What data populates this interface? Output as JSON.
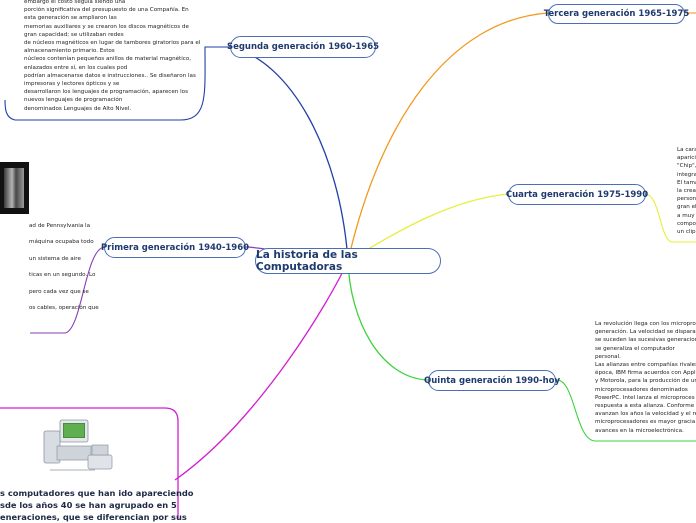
{
  "central": {
    "label": "La historia de las Computadoras"
  },
  "branches": {
    "segunda": {
      "label": "Segunda generación 1960-1965",
      "color": "#1f3faa"
    },
    "tercera": {
      "label": "Tercera generación 1965-1975",
      "color": "#f29a1e"
    },
    "cuarta": {
      "label": "Cuarta generación 1975-1990",
      "color": "#e8ee3a"
    },
    "primera": {
      "label": "Primera generación 1940-1960",
      "color": "#8a3fb5"
    },
    "quinta": {
      "label": "Quinta generación 1990-hoy",
      "color": "#3fd23f"
    },
    "intro": {
      "color": "#d21ed2"
    }
  },
  "notes": {
    "segunda": [
      "embargo el costo seguía siendo una",
      "porción significativa del presupuesto de una Compañía. En",
      "esta generación se ampliaron las",
      "memorias auxiliares y se crearon los discos magnéticos de",
      "gran capacidad; se utilizaban redes",
      "de núcleos magnéticos en lugar de tambores giratorios para el",
      "almacenamiento primario. Estos",
      "núcleos contenían pequeños anillos de material magnético,",
      "enlazados entre sí, en los cuales pod",
      "podrían almacenarse datos e instrucciones.. Se diseñaron las",
      "impresoras y lectores ópticos y se",
      "desarrollaron los lenguajes de programación, aparecen los",
      "nuevos lenguajes de programación",
      "denominados Lenguajes de Alto Nivel."
    ],
    "primera": [
      "ad de Pennsylvania la",
      "",
      "máquina ocupaba todo",
      "",
      "un sistema de aire",
      "",
      "ticas en un segundo. Lo",
      "",
      "pero cada vez que se",
      "",
      "os cables, operación que"
    ],
    "cuarta": [
      "La cara",
      "aparici",
      "\"Chip\",",
      "integra",
      "El tama",
      "la crea",
      "person",
      "gran el",
      "a muy",
      "compo",
      "un clip"
    ],
    "quinta": [
      "La revolución llega con los microproc",
      "generación. La velocidad se dispara",
      "se suceden las sucesivas generacion",
      "se generaliza el computador",
      "personal.",
      "Las alianzas entre compañías rivales",
      "época, IBM firma acuerdos con Appl",
      "y Motorola, para la producción de un",
      "microprocesadores denominados",
      "PowerPC. Intel lanza el microproces",
      "respuesta a esta alianza. Conforme",
      "avanzan los años la velocidad y el re",
      "microprocesadores es mayor gracia",
      "avances en la microelectrónica."
    ],
    "intro": [
      "s computadores que han ido apareciendo",
      "sde los años 40 se han agrupado en 5",
      "eneraciones, que se diferencian por sus"
    ]
  }
}
